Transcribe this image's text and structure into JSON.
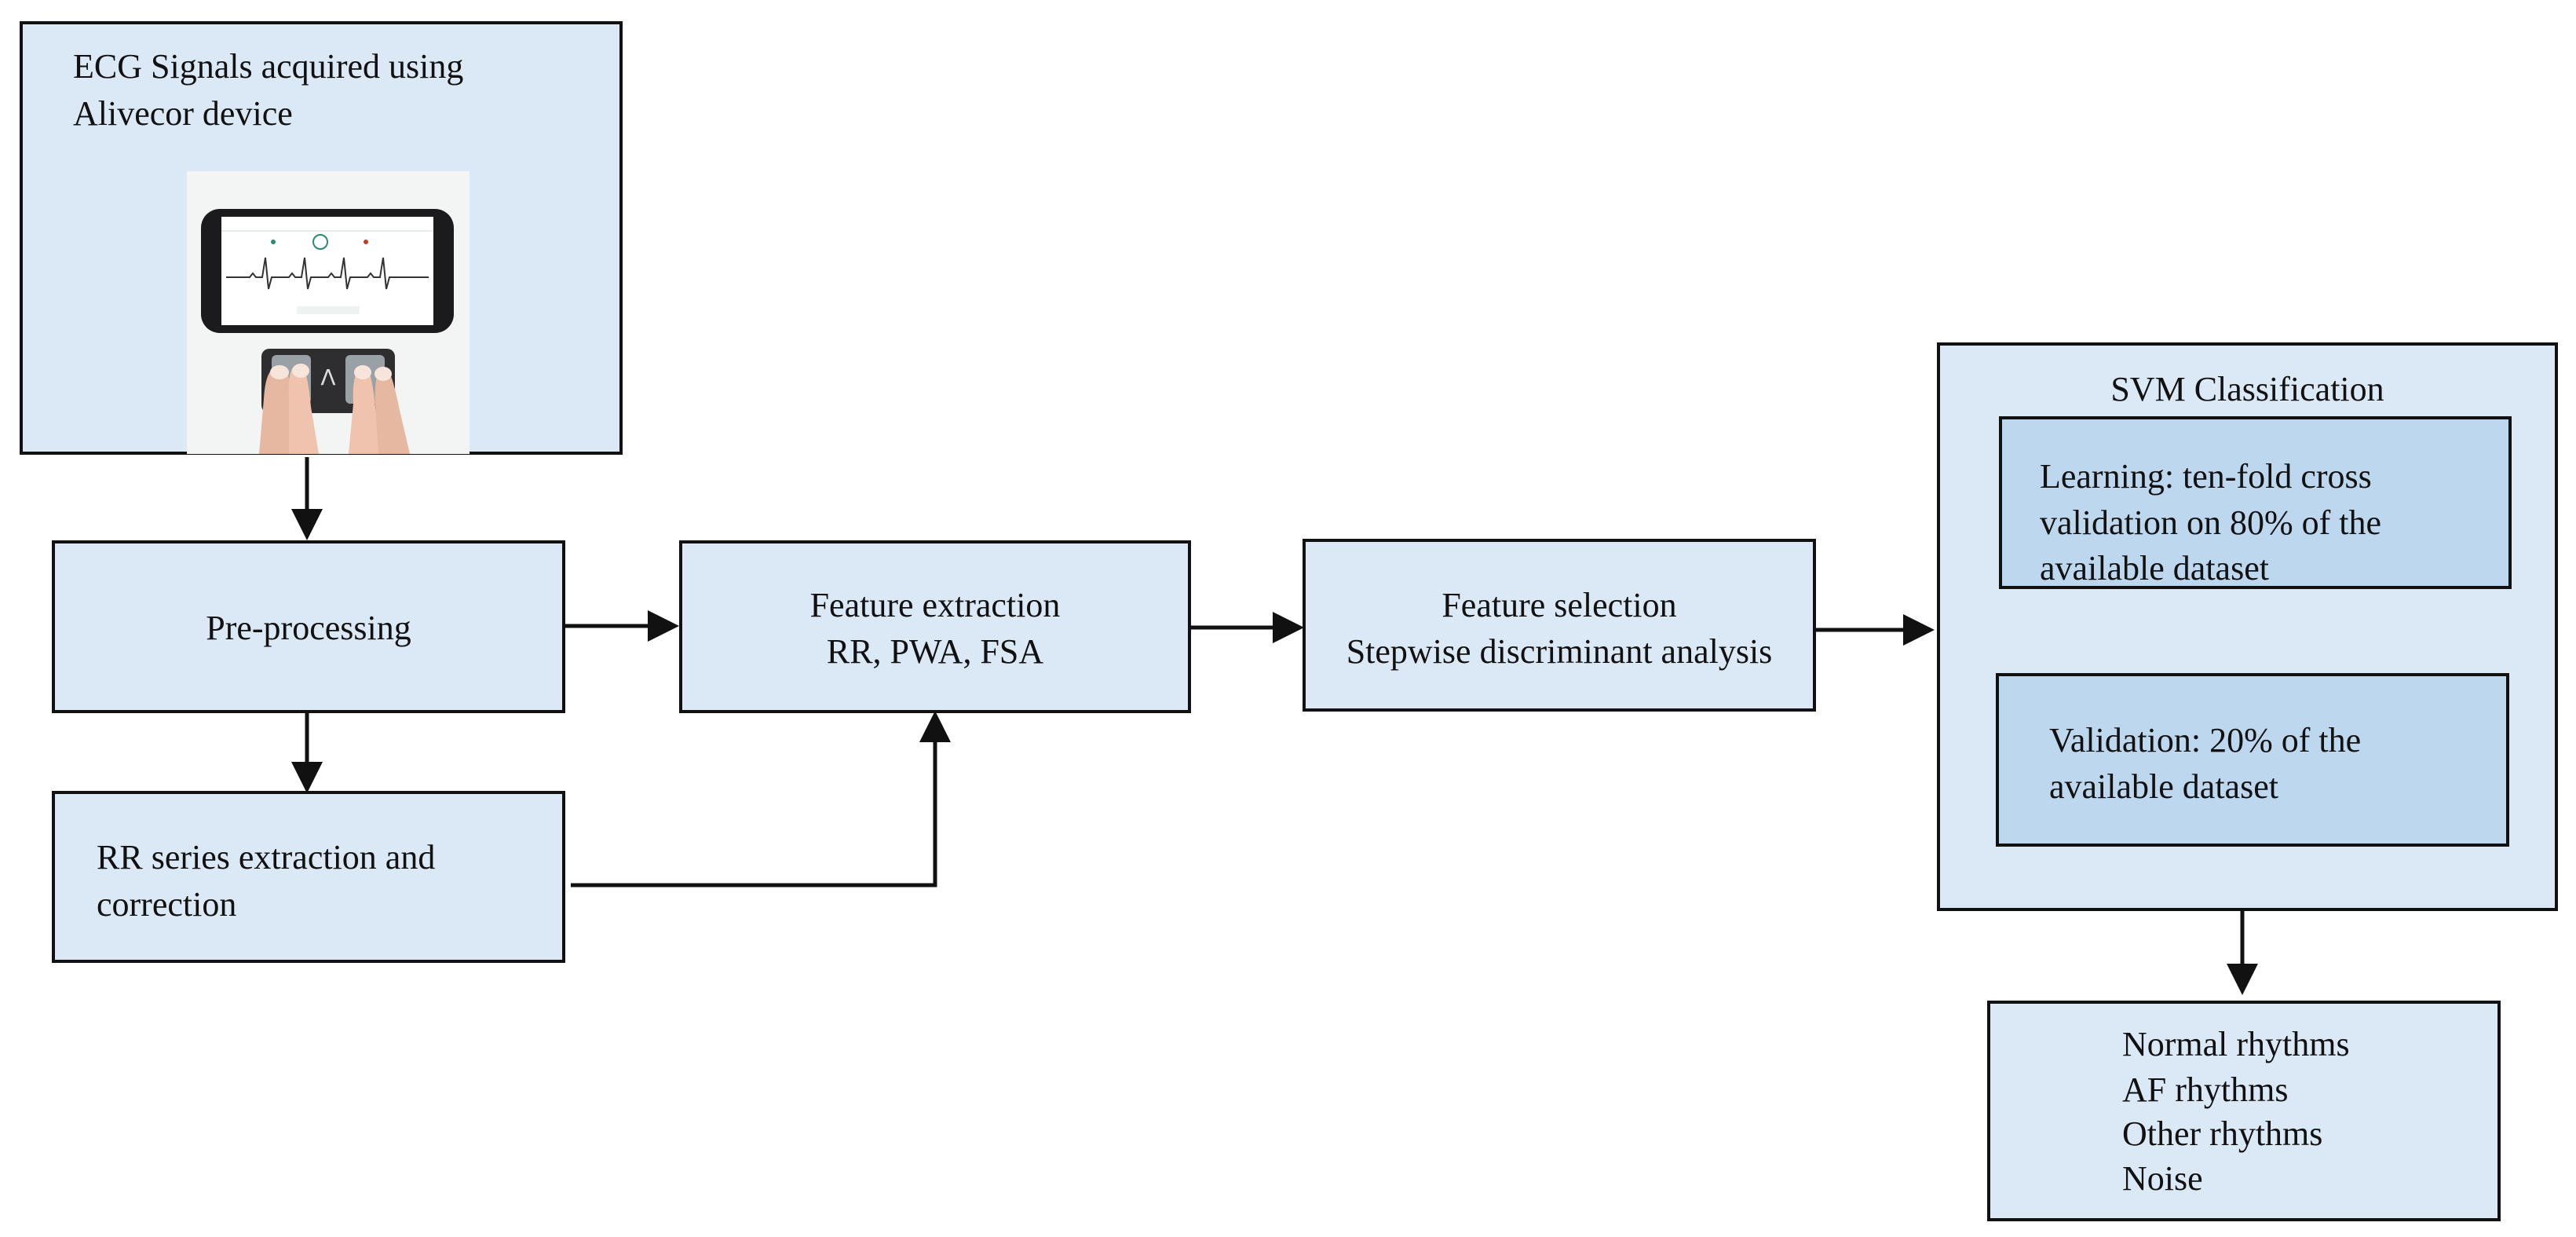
{
  "acquisition": {
    "title_line1": "ECG Signals acquired using",
    "title_line2": "Alivecor device",
    "image": "smartphone-ecg-device-with-fingers",
    "device_logo": "Λ"
  },
  "preprocessing": {
    "label": "Pre-processing"
  },
  "rr_series": {
    "line1": "RR series extraction and",
    "line2": "correction"
  },
  "feature_extraction": {
    "line1": "Feature extraction",
    "line2": "RR, PWA, FSA"
  },
  "feature_selection": {
    "line1": "Feature selection",
    "line2": "Stepwise discriminant analysis"
  },
  "svm": {
    "title": "SVM Classification",
    "learning": {
      "line1": "Learning: ten-fold cross",
      "line2": "validation on 80% of the",
      "line3": "available dataset"
    },
    "validation": {
      "line1": "Validation: 20% of the",
      "line2": "available dataset"
    }
  },
  "output": {
    "classes": [
      "Normal rhythms",
      "AF rhythms",
      "Other rhythms",
      "Noise"
    ]
  },
  "colors": {
    "box_fill": "#dbe8f5",
    "inner_box_fill": "#bdd7ee",
    "border": "#111111"
  }
}
